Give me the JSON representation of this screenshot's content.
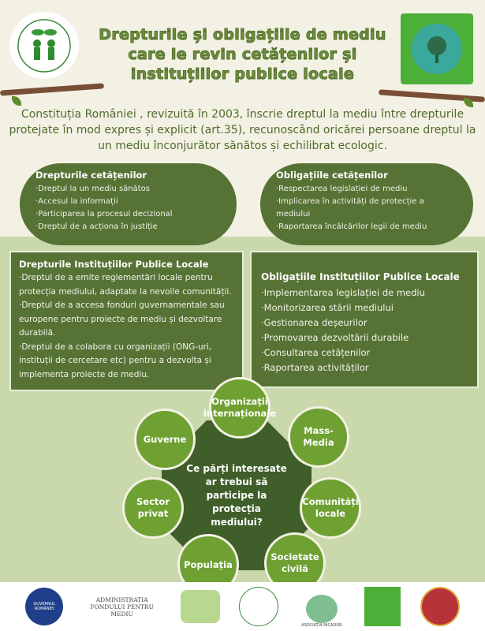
{
  "header": {
    "title": "Drepturile și obligațiile de mediu care le revin cetățenilor și instituțiilor publice locale"
  },
  "intro": "Constituția României , revizuită în 2003, înscrie dreptul la mediu între drepturile protejate în mod expres și explicit (art.35), recunoscând oricărei persoane dreptul la un mediu înconjurător sănătos și echilibrat ecologic.",
  "citizen_rights": {
    "title": "Drepturile cetățenilor",
    "items": [
      "·Dreptul la un mediu sănătos",
      "·Accesul la informații",
      "·Participarea la procesul decizional",
      "·Dreptul de a acționa în justiție"
    ]
  },
  "citizen_obligations": {
    "title": "Obligațiile cetățenilor",
    "items": [
      "·Respectarea legislației de mediu",
      "·Implicarea în activități de protecție a mediului",
      "·Raportarea încălcărilor legii de mediu"
    ]
  },
  "institution_rights": {
    "title": "Drepturile Instituțiilor Publice Locale",
    "items": [
      "·Dreptul de a emite reglementări locale pentru protecția mediului, adaptate la nevoile comunității.",
      "·Dreptul de a accesa fonduri guvernamentale sau europene pentru proiecte de mediu și dezvoltare durabilă.",
      "·Dreptul de a colabora cu organizații (ONG-uri, instituții de cercetare etc) pentru a dezvolta și implementa proiecte de mediu."
    ]
  },
  "institution_obligations": {
    "title": "Obligațiile Instituțiilor Publice Locale",
    "items": [
      "·Implementarea legislației de mediu",
      "·Monitorizarea stării mediului",
      "·Gestionarea deșeurilor",
      "·Promovarea dezvoltării durabile",
      "·Consultarea cetățenilor",
      "·Raportarea activităților"
    ]
  },
  "diagram": {
    "question": "Ce părți interesate ar trebui să participe la protecția mediului?",
    "stakeholders": [
      "Organizații internaționale",
      "Mass-Media",
      "Comunități locale",
      "Societate civilă",
      "Populația",
      "Sector privat",
      "Guverne"
    ]
  },
  "footer": {
    "afm": "ADMINISTRAȚIA FONDULUI PENTRU MEDIU",
    "gov": "GUVERNUL ROMÂNIEI",
    "nicador": "ASOCIAȚIA NICADOR"
  },
  "colors": {
    "dark_green": "#567335",
    "accent_green": "#6fa032",
    "cream": "#f3f1e4"
  }
}
